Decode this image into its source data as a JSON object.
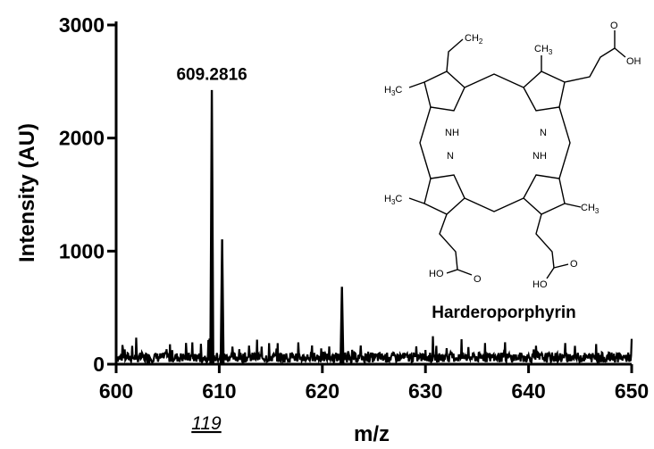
{
  "chart_data": {
    "type": "line",
    "title": "",
    "xlabel": "m/z",
    "ylabel": "Intensity (AU)",
    "xlim": [
      600,
      650
    ],
    "ylim": [
      0,
      3000
    ],
    "x_ticks": [
      600,
      610,
      620,
      630,
      640,
      650
    ],
    "y_ticks": [
      0,
      1000,
      2000,
      3000
    ],
    "grid": false,
    "legend": "none",
    "color": "#000000",
    "peaks": [
      {
        "x": 609.28,
        "y": 2420
      },
      {
        "x": 610.28,
        "y": 1100
      },
      {
        "x": 621.9,
        "y": 680
      }
    ],
    "baseline_level": 80,
    "annotations": [
      {
        "text": "609.2816",
        "x": 609.28,
        "y": 2420
      }
    ]
  },
  "inset": {
    "compound_name": "Harderoporphyrin",
    "labels": {
      "vinyl": "CH",
      "vinyl_sub": "2",
      "methyl": "CH",
      "methyl_sub": "3",
      "methyl_left": "H",
      "methyl_left_sub": "3",
      "methyl_left_c": "C",
      "nh": "NH",
      "n": "N",
      "oh": "OH",
      "o": "O",
      "ho": "HO"
    }
  },
  "footer": {
    "page_number": "119"
  }
}
